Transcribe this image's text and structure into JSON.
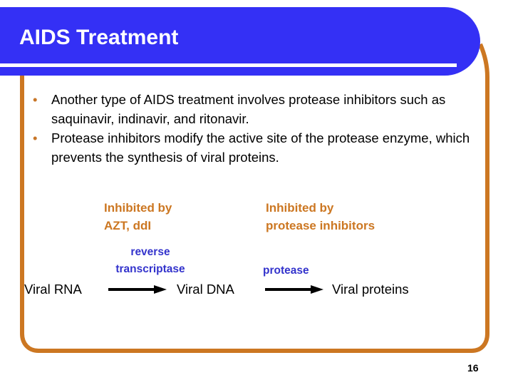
{
  "slide": {
    "title": "AIDS Treatment",
    "number": "16",
    "colors": {
      "banner_blue": "#3430F5",
      "frame_orange": "#CC7722",
      "inhibitor_orange": "#CC7722",
      "enzyme_blue": "#3333CC",
      "text_black": "#000000",
      "title_white": "#FFFFFF"
    }
  },
  "bullets": [
    {
      "marker": "•",
      "text": "Another type of AIDS treatment involves protease inhibitors such as saquinavir, indinavir, and ritonavir."
    },
    {
      "marker": "•",
      "text": "Protease inhibitors modify the active site of the protease enzyme, which prevents the synthesis of viral proteins."
    }
  ],
  "diagram": {
    "inhibitor_left": "Inhibited by\nAZT, ddI",
    "inhibitor_right": "Inhibited by\nprotease inhibitors",
    "enzyme_left": "reverse\ntranscriptase",
    "enzyme_right": "protease",
    "molecule_start": "Viral RNA",
    "molecule_middle": "Viral DNA",
    "molecule_end": "Viral proteins",
    "arrow_1_name": "arrow-rna-to-dna",
    "arrow_2_name": "arrow-dna-to-proteins"
  }
}
